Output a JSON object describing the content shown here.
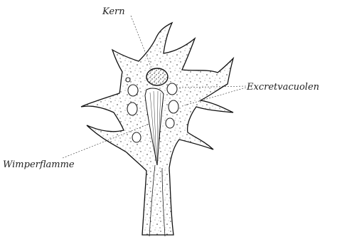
{
  "figure": {
    "labels": {
      "nucleus": "Kern",
      "excretory_vacuoles": "Excretvacuolen",
      "flame": "Wimperflamme"
    }
  }
}
